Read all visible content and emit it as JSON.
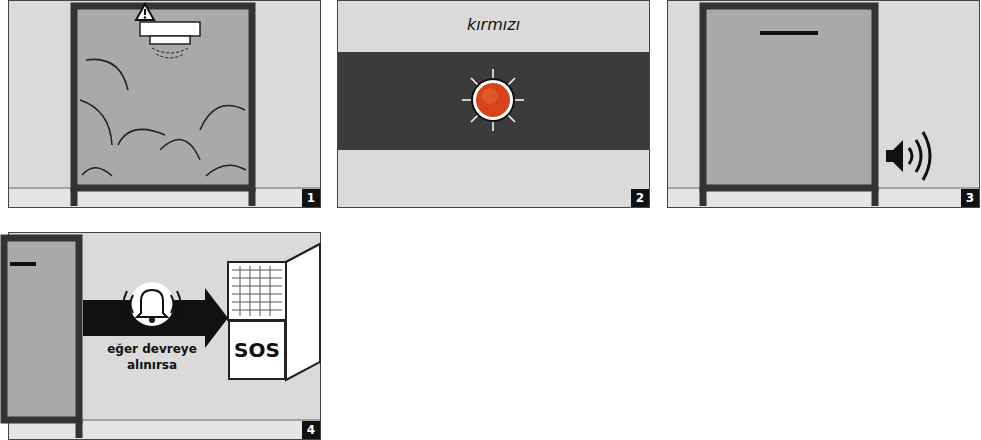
{
  "diagram": {
    "nodes": [
      {
        "text": [
          "SOS"
        ]
      }
    ],
    "labels": [
      "1",
      "kırmızı",
      "2",
      "3",
      "eğer devreye alınırsa",
      "4"
    ]
  }
}
